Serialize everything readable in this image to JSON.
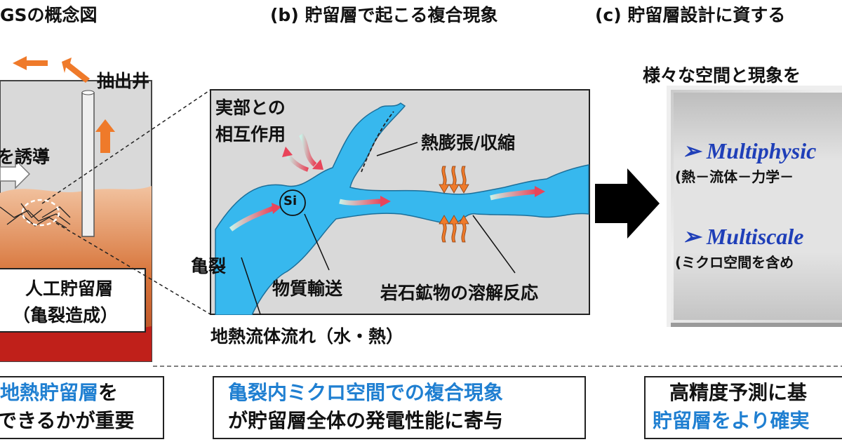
{
  "headers": {
    "a": "GSの概念図",
    "b": "(b) 貯留層で起こる複合現象",
    "c": "(c) 貯留層設計に資する"
  },
  "panel_a": {
    "well_label": "抽出井",
    "induce_text": "を誘導",
    "reservoir_label_line1": "人工貯留層",
    "reservoir_label_line2": "（亀裂造成）"
  },
  "panel_b": {
    "interaction_line1": "実部との",
    "interaction_line2": "相互作用",
    "thermal_label": "熱膨張/収縮",
    "si_label": "Si",
    "crack_label": "亀裂",
    "transport_label": "物質輸送",
    "dissolution_label": "岩石鉱物の溶解反応",
    "flow_label": "地熱流体流れ（水・熱）"
  },
  "panel_c": {
    "intro": "様々な空間と現象を",
    "multiphysics": "➢ Multiphysic",
    "multiphysics_sub": "(熱－流体－力学－",
    "multiscale": "➢ Multiscale",
    "multiscale_sub": "(ミクロ空間を含め"
  },
  "bottom": {
    "a_line1_blue": "地熱貯留層",
    "a_line1_rest": "を",
    "a_line2": "できるかが重要",
    "b_line1": "亀裂内ミクロ空間での複合現象",
    "b_line2": "が貯留層全体の発電性能に寄与",
    "c_line1": "高精度予測に基",
    "c_line2": "貯留層をより確実"
  },
  "colors": {
    "accent_blue": "#1f7fd1",
    "arrow_orange": "#ef7a2a",
    "water": "#37b8ee",
    "panel_gray": "#d9d9d9"
  }
}
